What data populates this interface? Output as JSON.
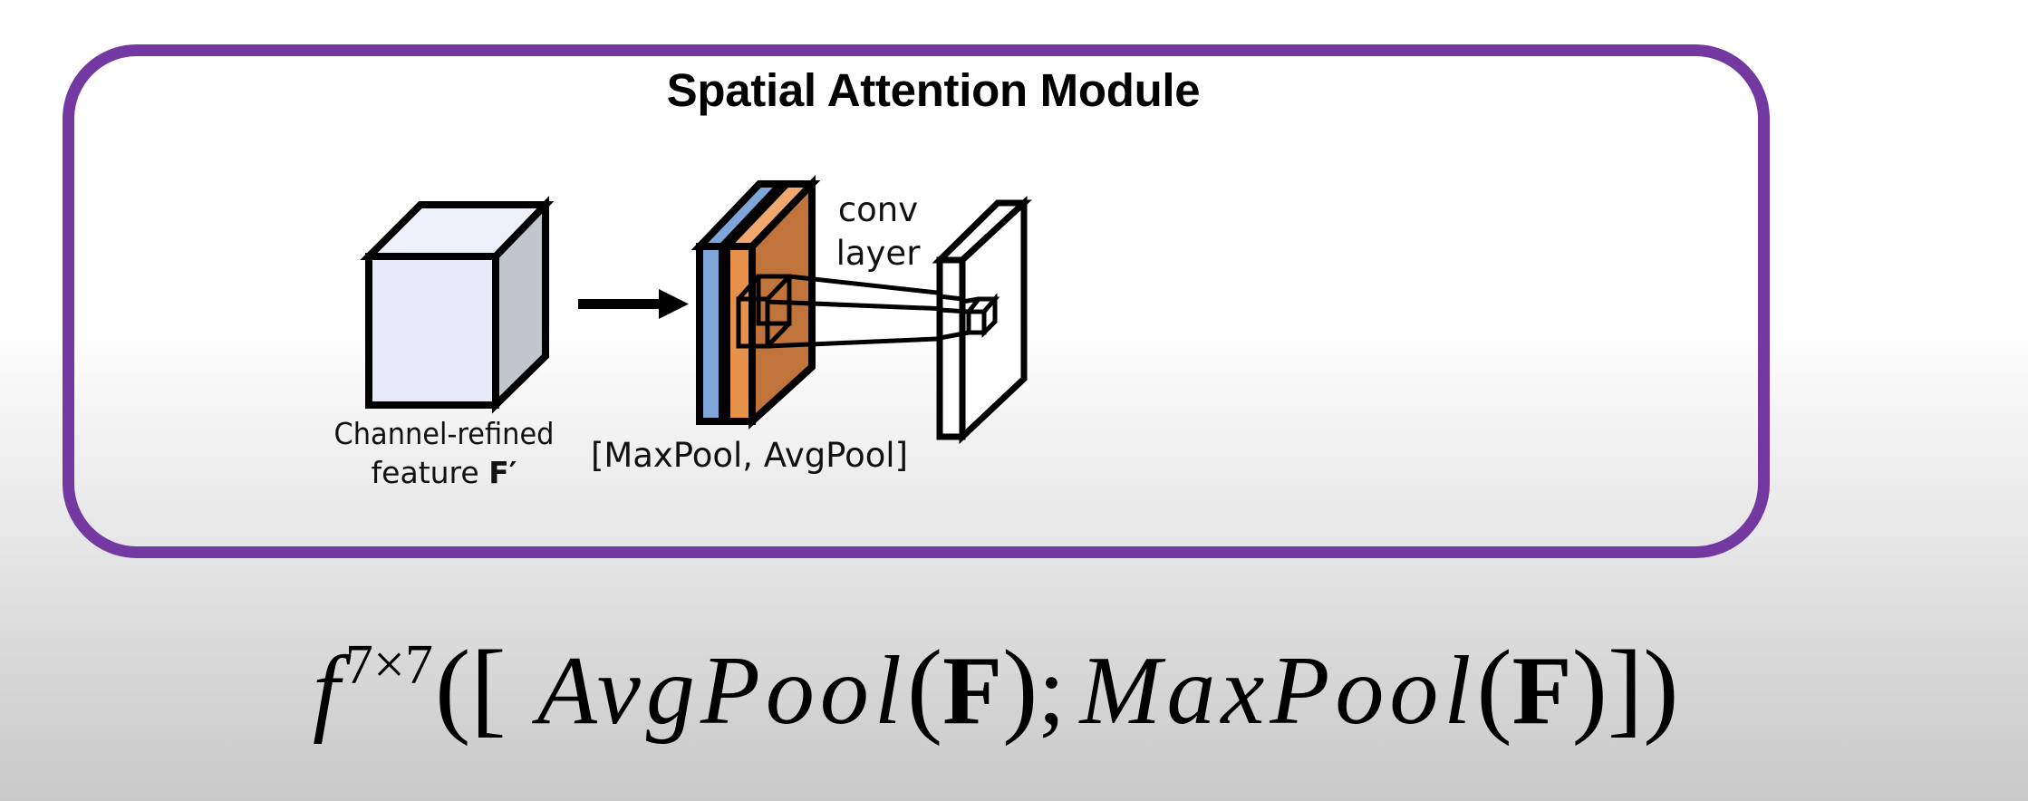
{
  "module": {
    "title": "Spatial Attention Module",
    "frame_color": "#7339a0"
  },
  "diagram": {
    "input_label_line1": "Channel-refined",
    "input_label_line2_prefix": "feature ",
    "input_label_line2_bold": "F′",
    "pooled_label": "[MaxPool, AvgPool]",
    "conv_label_line1": "conv",
    "conv_label_line2": "layer",
    "colors": {
      "cube_front": "#e6ebf7",
      "cube_top": "#edf0fa",
      "cube_side": "#c0c5ce",
      "maxpool_channel": "#7ea6d8",
      "avgpool_channel_front": "#e8914a",
      "avgpool_channel_side": "#c0743b",
      "avgpool_channel_top": "#f0a86e",
      "outline": "#000000"
    }
  },
  "formula": {
    "func": "f",
    "superscript": "7×7",
    "open_paren": "(",
    "open_bracket": "[",
    "term1_name": "AvgPool",
    "term1_arg_open": "(",
    "term1_arg": "F",
    "term1_arg_close": ")",
    "separator": ";",
    "term2_name": "MaxPool",
    "term2_arg_open": "(",
    "term2_arg": "F",
    "term2_arg_close": ")",
    "close_bracket": "]",
    "close_paren": ")"
  }
}
